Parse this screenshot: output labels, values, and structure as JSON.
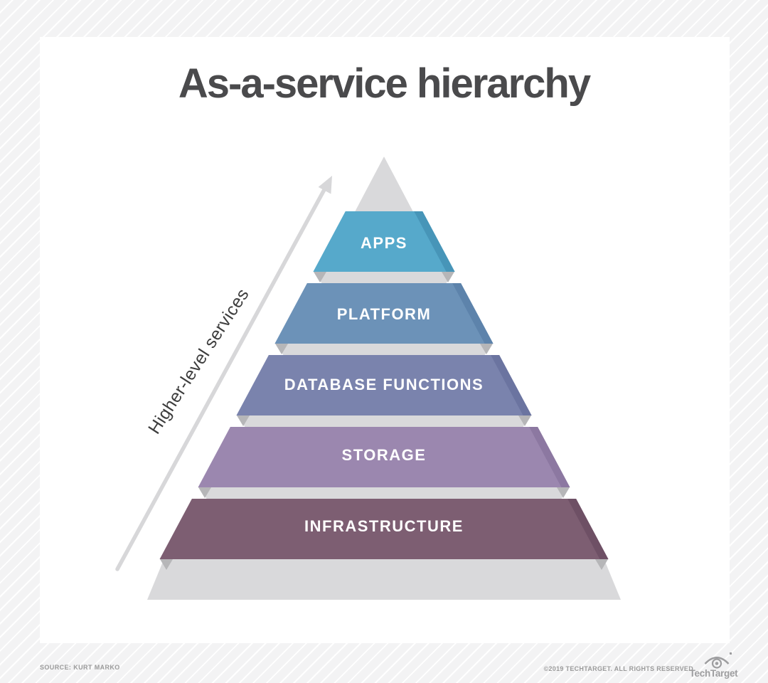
{
  "title": "As-a-service hierarchy",
  "axis_label": "Higher-level services",
  "levels": [
    {
      "label": "APPS",
      "color": "#56a9cb",
      "color_dark": "#4795b8"
    },
    {
      "label": "PLATFORM",
      "color": "#6c92b8",
      "color_dark": "#5d83ab"
    },
    {
      "label": "DATABASE FUNCTIONS",
      "color": "#7a83ad",
      "color_dark": "#6b74a0"
    },
    {
      "label": "STORAGE",
      "color": "#9b87af",
      "color_dark": "#8c78a1"
    },
    {
      "label": "INFRASTRUCTURE",
      "color": "#7d5e72",
      "color_dark": "#6e5065"
    }
  ],
  "colors": {
    "pyramid_gray": "#d9d9db",
    "fold_gray": "#b6b6b8",
    "arrow": "#d7d7d9"
  },
  "footer": {
    "source": "SOURCE: KURT MARKO",
    "copyright": "©2019 TECHTARGET. ALL RIGHTS RESERVED",
    "brand": "TechTarget"
  }
}
